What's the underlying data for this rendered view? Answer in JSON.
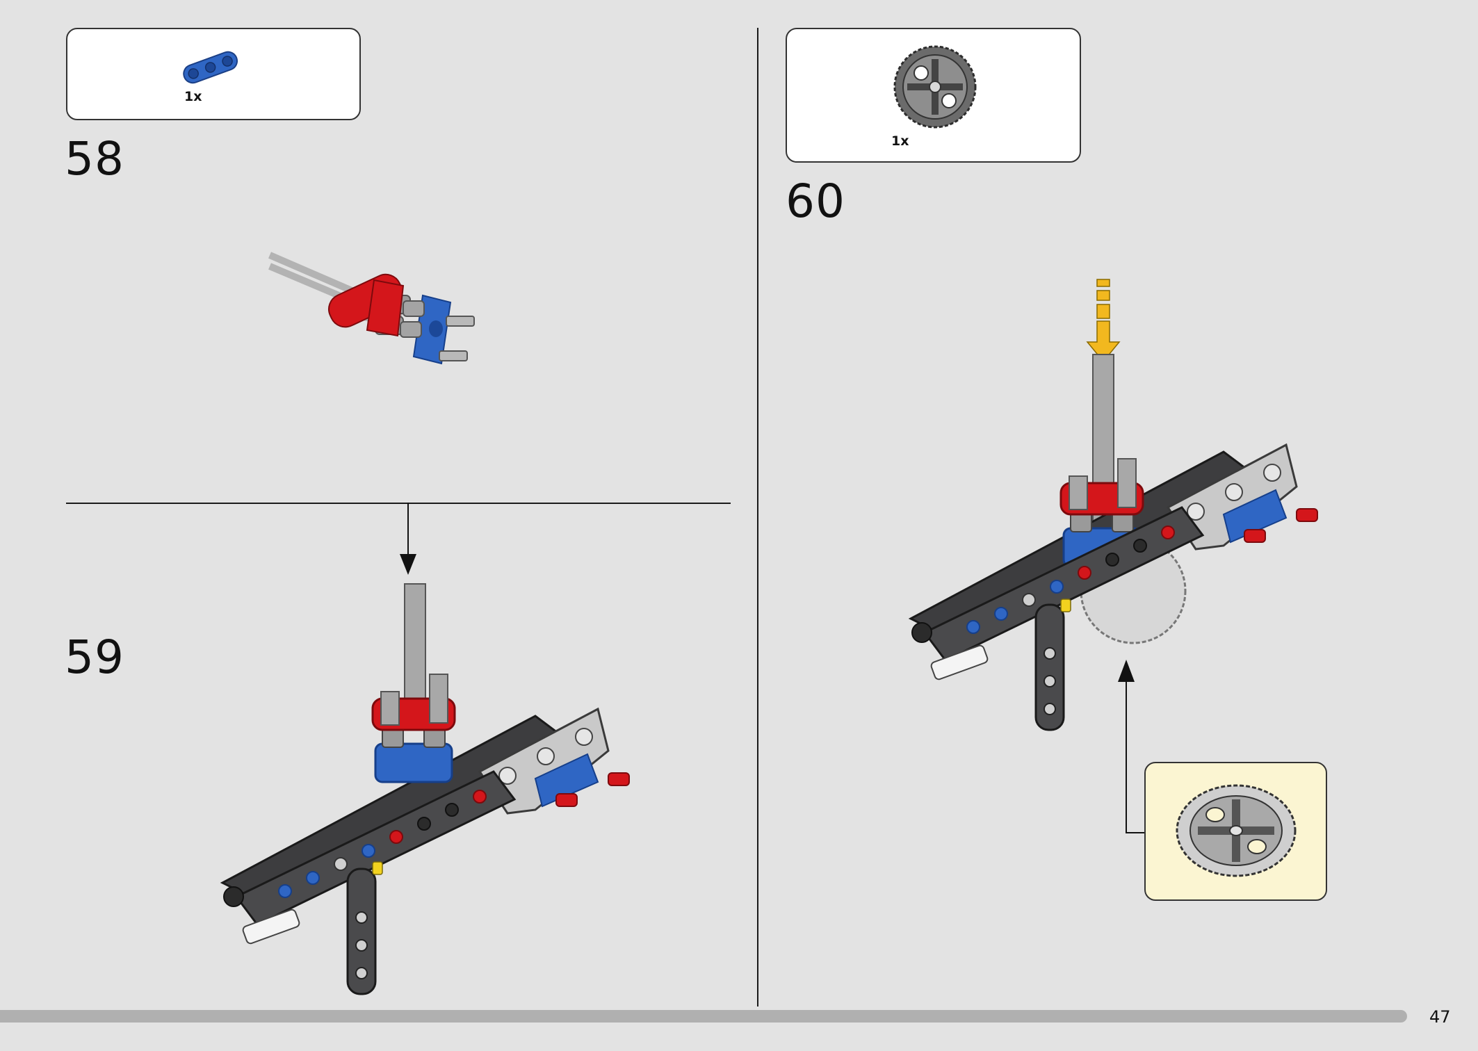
{
  "steps": [
    {
      "number": "58",
      "parts": [
        {
          "qty": "1x",
          "part": "blue-3-hole-beam"
        }
      ]
    },
    {
      "number": "59",
      "parts": []
    },
    {
      "number": "60",
      "parts": [
        {
          "qty": "1x",
          "part": "dark-gray-gear"
        }
      ]
    }
  ],
  "page": {
    "number": "47"
  },
  "colors": {
    "background": "#e3e3e3",
    "part_blue": "#2f66c4",
    "part_red": "#d4161b",
    "part_dark_gray": "#4a4a4c",
    "part_light_gray": "#a8a8a8",
    "arrow_yellow": "#f2b81f",
    "callout_bg": "#fbf5d2"
  }
}
